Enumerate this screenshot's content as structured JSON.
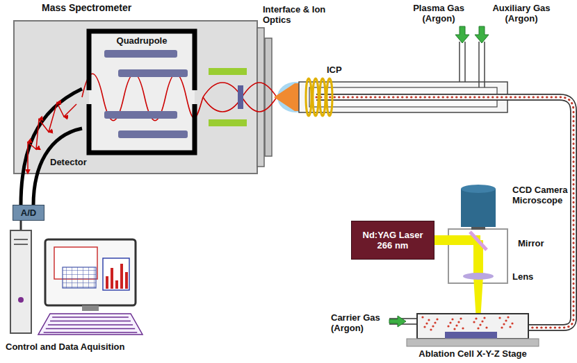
{
  "diagram": {
    "nodes": [
      {
        "text": [
          "Mass Spectrometer"
        ]
      },
      {
        "text": [
          "Quadrupole"
        ],
        "in": 0
      },
      {
        "text": [
          "Nd:YAG Laser 266 nm"
        ]
      },
      {
        "text": [
          "A/D"
        ]
      }
    ],
    "labels": [
      "Interface & Ion Optics",
      "ICP",
      "Plasma Gas (Argon)",
      "Auxiliary Gas (Argon)",
      "Detector",
      "CCD Camera Microscope",
      "Mirror",
      "Lens",
      "Carrier Gas (Argon)",
      "Control and Data Aquisition",
      "Ablation Cell X-Y-Z Stage"
    ]
  }
}
